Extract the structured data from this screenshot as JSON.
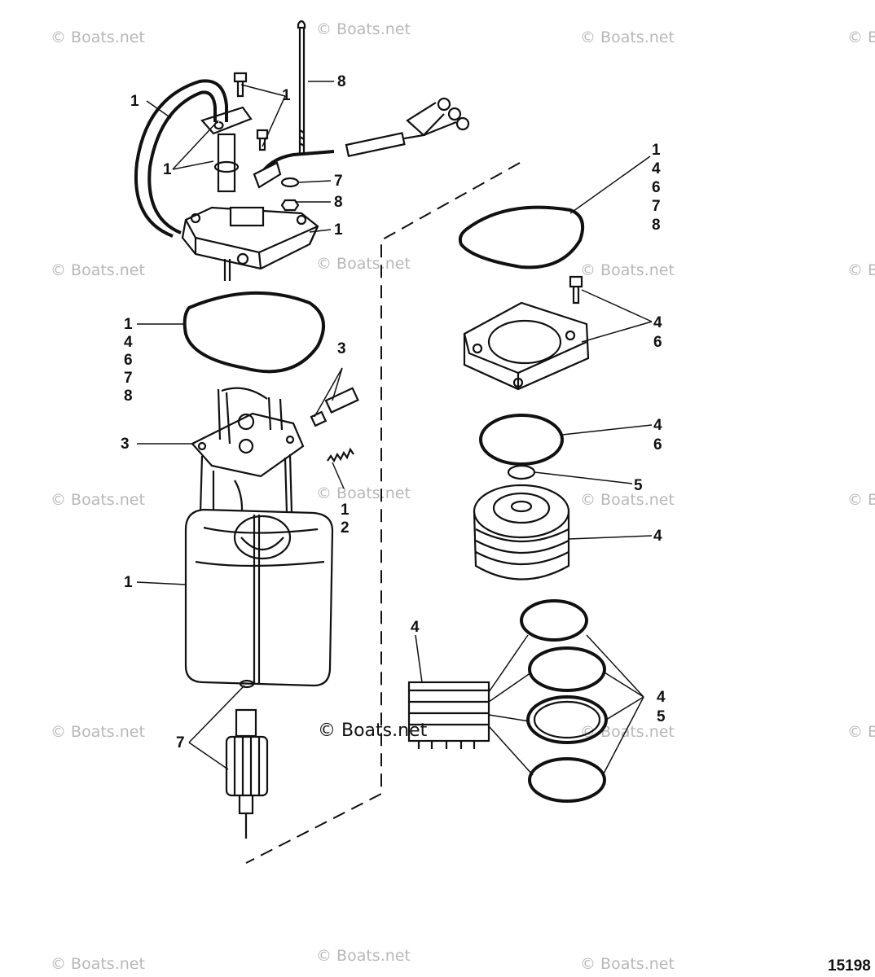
{
  "watermark": {
    "text": "© Boats.net",
    "center_text": "© Boats.net"
  },
  "diagram_id": "15198",
  "callouts": {
    "hose_left": "1",
    "cap_screws": "1",
    "cover_screws_left": "1",
    "through_bolt": "8",
    "washer_7": "7",
    "washer_8": "8",
    "end_cap": "1",
    "gasket_left": [
      "1",
      "4",
      "6",
      "7",
      "8"
    ],
    "brush_set": "3",
    "brush_plate": "3",
    "spring": [
      "1",
      "2"
    ],
    "frame": "1",
    "armature": "7",
    "gasket_right": [
      "1",
      "4",
      "6",
      "7",
      "8"
    ],
    "pump_cover": [
      "4",
      "6"
    ],
    "oring_large": [
      "4",
      "6"
    ],
    "oring_small": "5",
    "pump_body": "4",
    "valve_block": "4",
    "seal_rings": [
      "4",
      "5"
    ]
  },
  "colors": {
    "line": "#111111",
    "background": "#ffffff",
    "watermark": "#b8b8b8"
  }
}
